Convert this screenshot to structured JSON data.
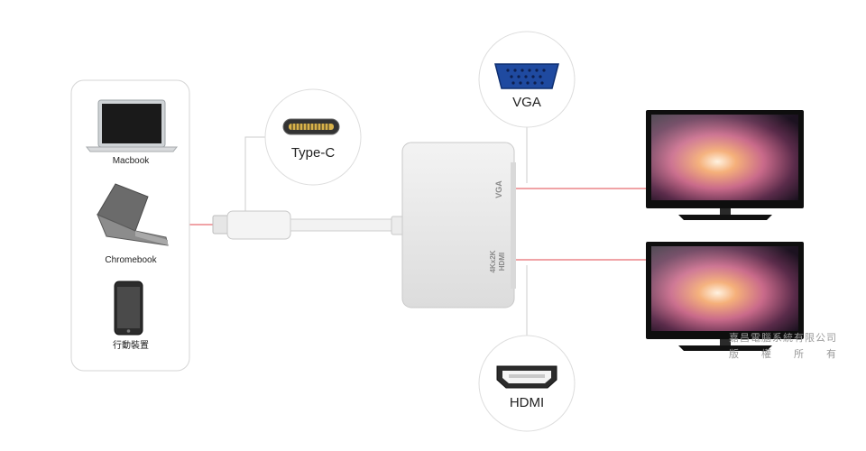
{
  "devices": {
    "items": [
      {
        "label": "Macbook",
        "icon": "laptop-icon"
      },
      {
        "label": "Chromebook",
        "icon": "chromebook-icon"
      },
      {
        "label": "行動裝置",
        "icon": "smartphone-icon"
      }
    ]
  },
  "connectors": {
    "typec": {
      "label": "Type-C",
      "icon": "usb-c-port-icon"
    },
    "vga": {
      "label": "VGA",
      "icon": "vga-port-icon"
    },
    "hdmi": {
      "label": "HDMI",
      "icon": "hdmi-port-icon"
    }
  },
  "adapter": {
    "vga_port_label": "VGA",
    "hdmi_port_label_line1": "4Kx2K",
    "hdmi_port_label_line2": "HDMI"
  },
  "displays": [
    {
      "icon": "monitor-icon"
    },
    {
      "icon": "monitor-icon"
    }
  ],
  "watermark": {
    "line1": "嘉昌電腦系統有限公司",
    "line2": "版　　權　　所　　有"
  },
  "colors": {
    "link_line": "#e0474c",
    "circle_border": "#dddddd",
    "adapter_body": "#e9e9e9",
    "vga_blue": "#1f4aa0"
  }
}
